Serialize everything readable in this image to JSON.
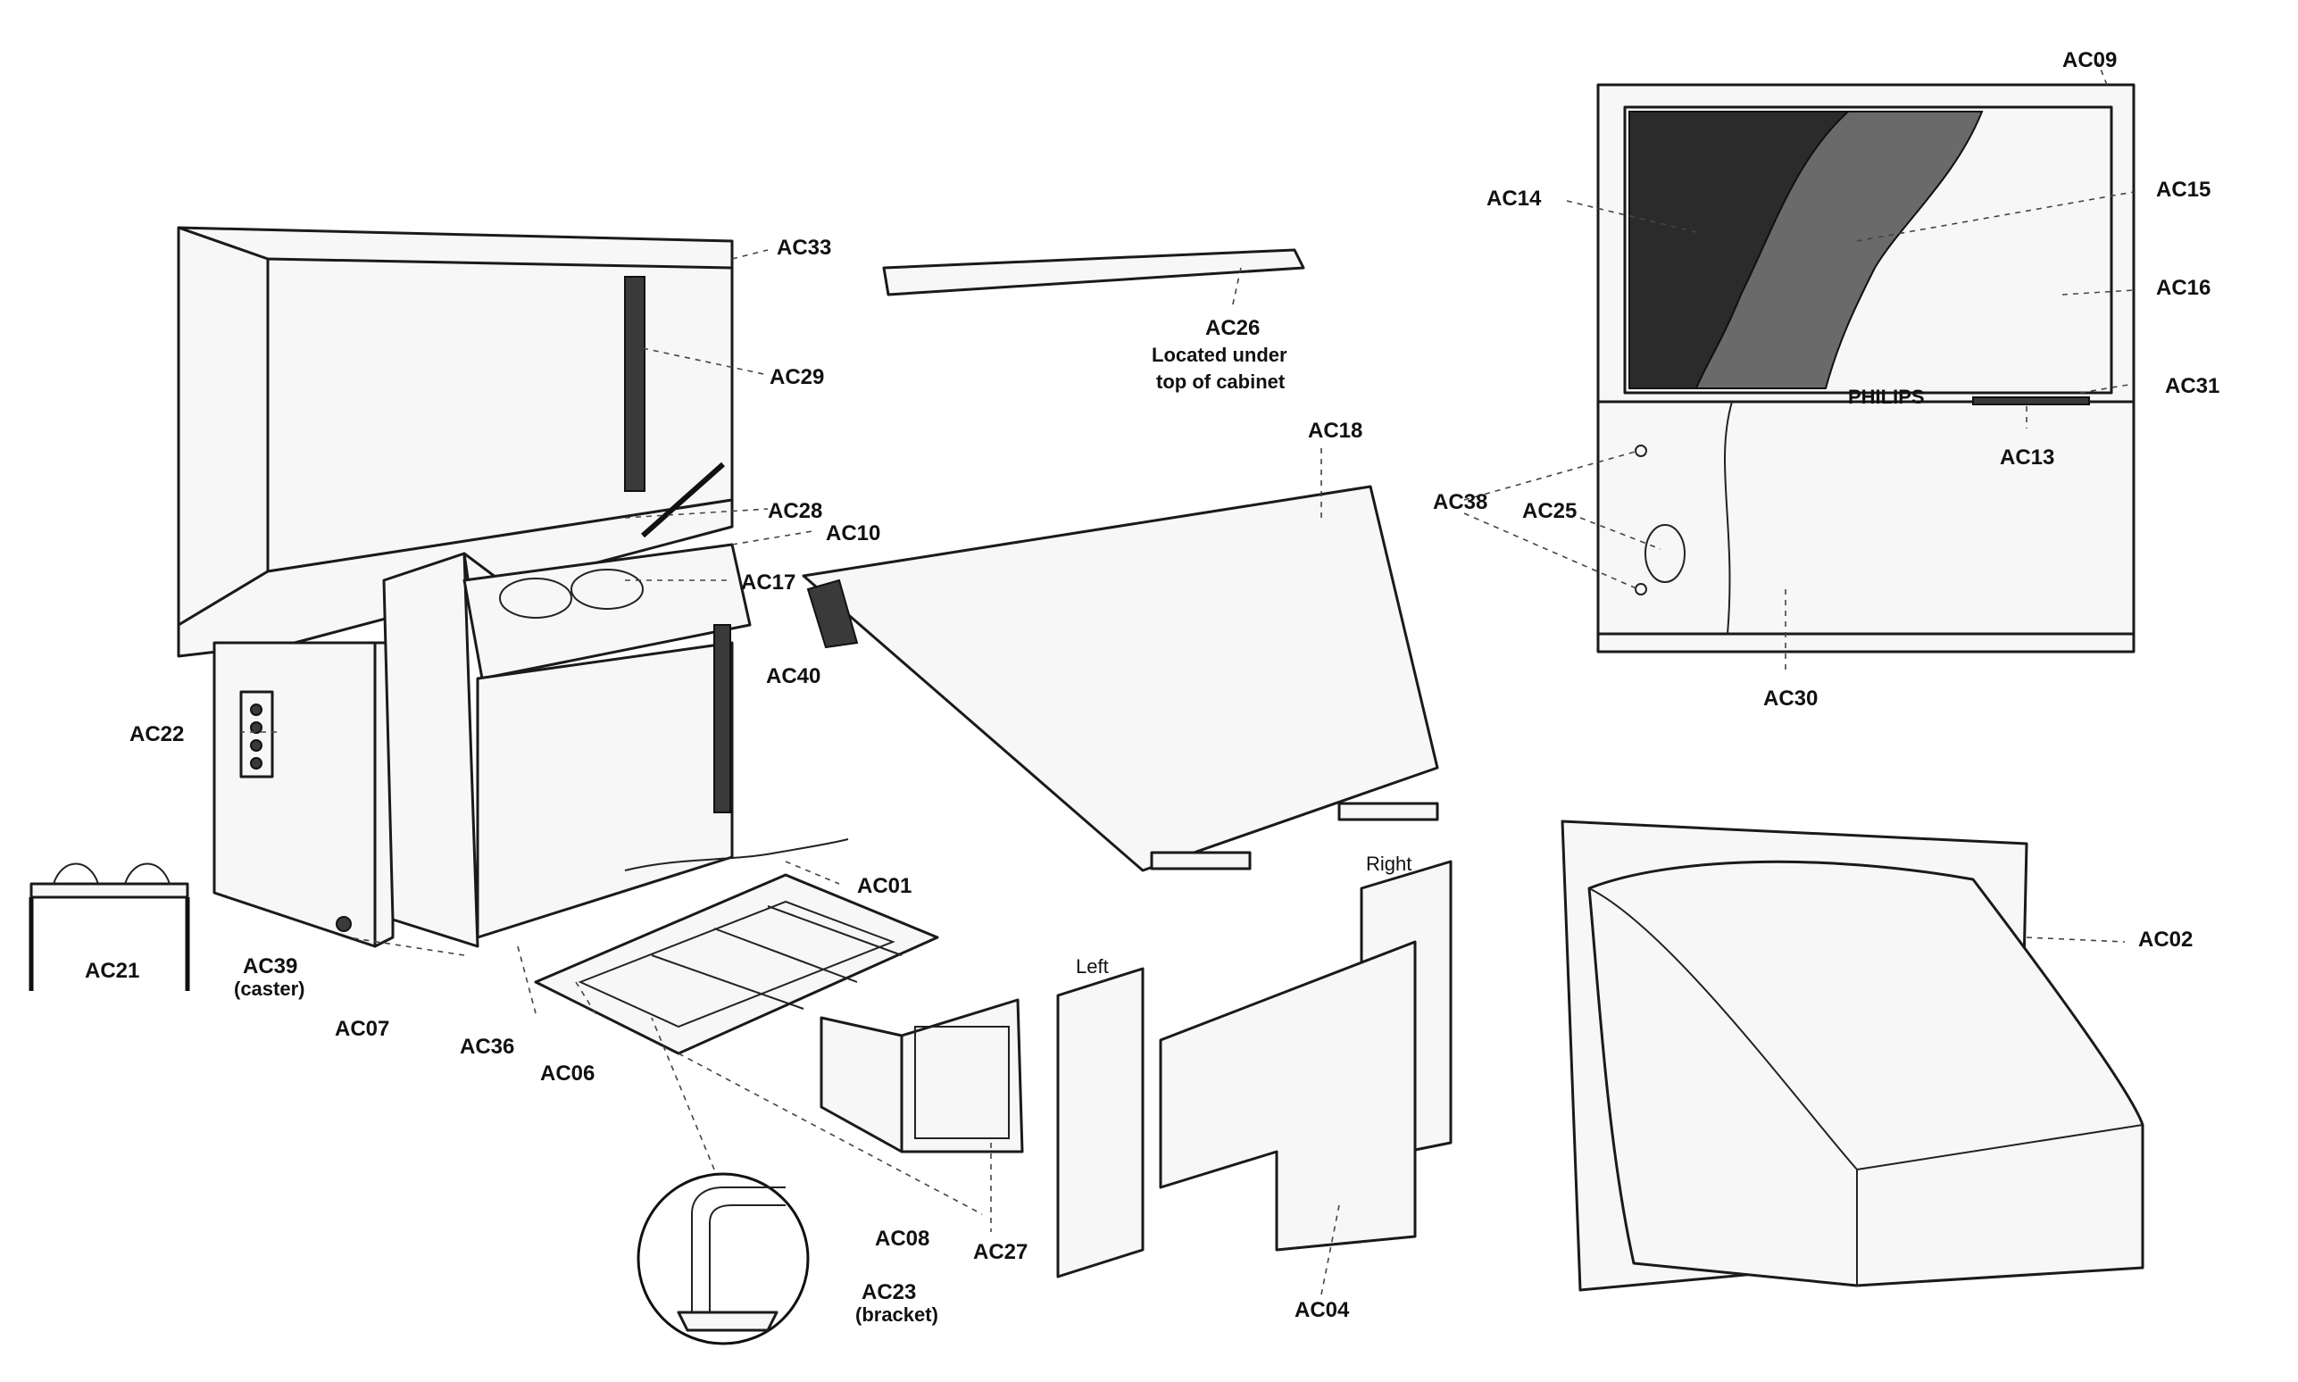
{
  "labels": {
    "ac01": "AC01",
    "ac02": "AC02",
    "ac04": "AC04",
    "ac06": "AC06",
    "ac07": "AC07",
    "ac08": "AC08",
    "ac09": "AC09",
    "ac10": "AC10",
    "ac13": "AC13",
    "ac14": "AC14",
    "ac15": "AC15",
    "ac16": "AC16",
    "ac17": "AC17",
    "ac18": "AC18",
    "ac21": "AC21",
    "ac22": "AC22",
    "ac23": "AC23",
    "ac23_note": "(bracket)",
    "ac25": "AC25",
    "ac26": "AC26",
    "ac26_note1": "Located under",
    "ac26_note2": "top of cabinet",
    "ac27": "AC27",
    "ac28": "AC28",
    "ac29": "AC29",
    "ac30": "AC30",
    "ac31": "AC31",
    "ac33": "AC33",
    "ac36": "AC36",
    "ac38": "AC38",
    "ac39": "AC39",
    "ac39_note": "(caster)",
    "ac40": "AC40",
    "left": "Left",
    "right": "Right",
    "brand": "PHILIPS"
  }
}
